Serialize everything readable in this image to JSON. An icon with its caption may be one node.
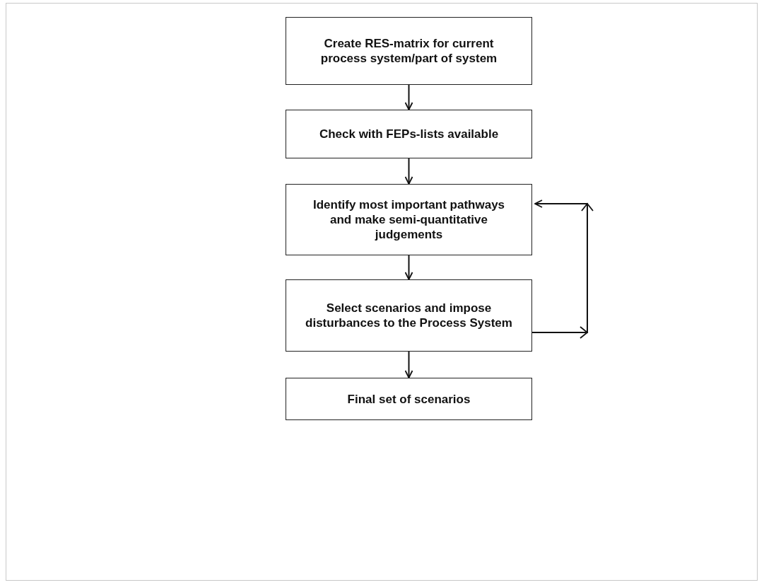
{
  "diagram": {
    "nodes": [
      {
        "text": [
          "Create RES-matrix for current process system/part of system"
        ]
      },
      {
        "text": [
          "Check with FEPs-lists available"
        ]
      },
      {
        "text": [
          "Identify most important pathways and make semi-quantitative judgements"
        ]
      },
      {
        "text": [
          "Select scenarios and impose disturbances to the Process System"
        ]
      },
      {
        "text": [
          "Final set of scenarios"
        ]
      }
    ],
    "edges": [
      {
        "from": 0,
        "to": 1,
        "arrow": "to"
      },
      {
        "from": 1,
        "to": 2,
        "arrow": "to"
      },
      {
        "from": 2,
        "to": 3,
        "arrow": "to"
      },
      {
        "from": 3,
        "to": 4,
        "arrow": "to"
      },
      {
        "from": 3,
        "to": 2,
        "arrow": "to"
      }
    ]
  }
}
